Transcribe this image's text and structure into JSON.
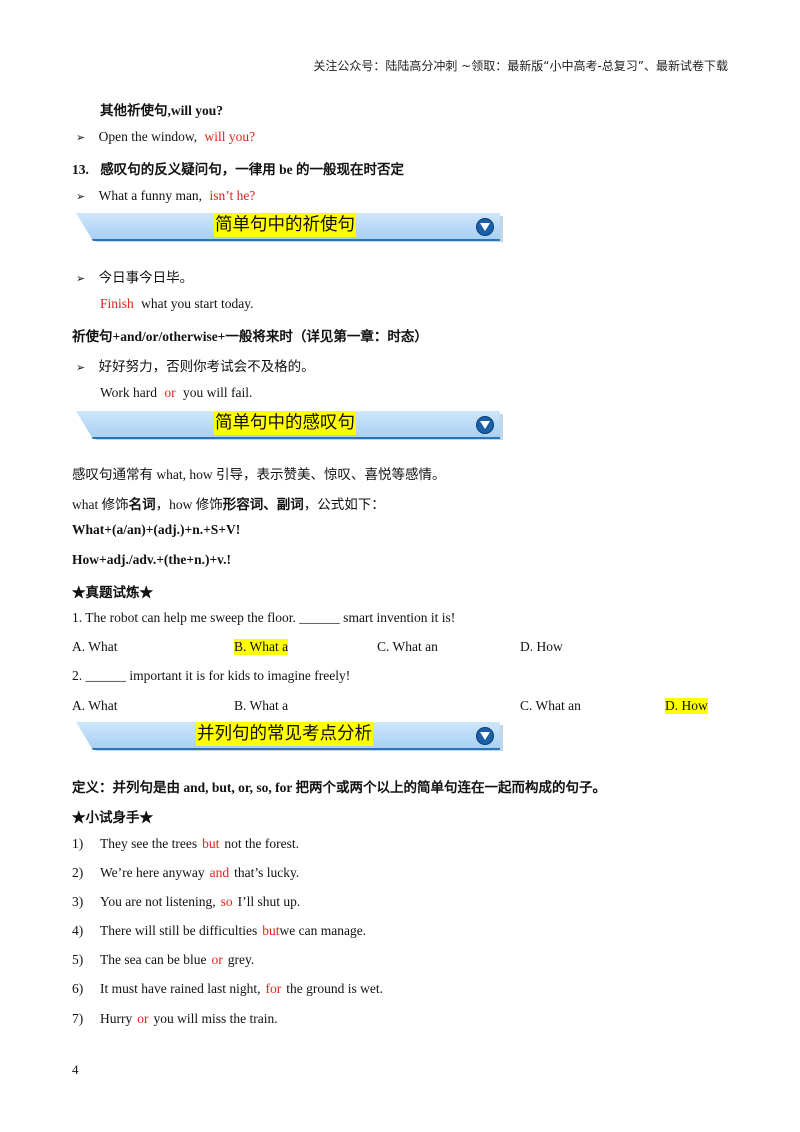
{
  "header": {
    "text": "关注公众号：陆陆高分冲刺 ~领取：最新版“小中高考-总复习”、最新试卷下载"
  },
  "sec_other_imperative": "其他祈使句,will you?",
  "ex_open_window": {
    "text": "Open the window,",
    "answer": "will you?"
  },
  "rule13": {
    "num": "13.",
    "text": "感叹句的反义疑问句，一律用 be 的一般现在时否定"
  },
  "ex_funny_man": {
    "text": "What a funny man,",
    "answer": "isn’t he?"
  },
  "banners": {
    "imperative": "简单句中的祈使句",
    "exclamatory": "简单句中的感叹句",
    "compound": "并列句的常见考点分析"
  },
  "ex_today": {
    "cn": "今日事今日毕。",
    "answer": "Finish",
    "rest": "what you start today."
  },
  "rule_imperative": "祈使句+and/or/otherwise+一般将来时（详见第一章：时态）",
  "ex_work_hard": {
    "cn": "好好努力，否则你考试会不及格的。",
    "pre": "Work hard",
    "answer": "or",
    "rest": "you will fail."
  },
  "exclam_intro": "感叹句通常有 what, how 引导，表示赞美、惊叹、喜悦等感情。",
  "exclam_modify": {
    "p1": "what 修饰",
    "b1": "名词",
    "p2": "，how 修饰",
    "b2": "形容词、副词",
    "p3": "，公式如下："
  },
  "formula1": "What+(a/an)+(adj.)+n.+S+V!",
  "formula2": "How+adj./adv.+(the+n.)+v.!",
  "practice_title": "★真题试炼★",
  "q1": {
    "text": "1. The robot can help me sweep the floor. ______ smart invention it is!",
    "options": [
      "A. What",
      "B. What a",
      "C. What an",
      "D. How"
    ],
    "answer_index": 1
  },
  "q2": {
    "text": "2. ______ important it is for kids to imagine freely!",
    "options": [
      "A. What",
      "B. What a",
      "C. What an",
      "D. How"
    ],
    "answer_index": 3
  },
  "definition": "定义：并列句是由 and, but, or, so, for 把两个或两个以上的简单句连在一起而构成的句子。",
  "mini_title": "★小试身手★",
  "items": [
    {
      "num": "1)",
      "pre": "They see the trees",
      "answer": "but",
      "post": "not the forest."
    },
    {
      "num": "2)",
      "pre": "We’re here anyway",
      "answer": "and",
      "post": "that’s lucky."
    },
    {
      "num": "3)",
      "pre": "You are not listening,",
      "answer": "so",
      "post": "I’ll shut up."
    },
    {
      "num": "4)",
      "pre": "There will still be difficulties",
      "answer": "but",
      "post": "we can manage."
    },
    {
      "num": "5)",
      "pre": "The sea can be blue",
      "answer": "or",
      "post": "grey."
    },
    {
      "num": "6)",
      "pre": "It must have rained last night,",
      "answer": "for",
      "post": "the ground is wet."
    },
    {
      "num": "7)",
      "pre": "Hurry",
      "answer": "or",
      "post": "you will miss the train."
    }
  ],
  "page_number": "4"
}
